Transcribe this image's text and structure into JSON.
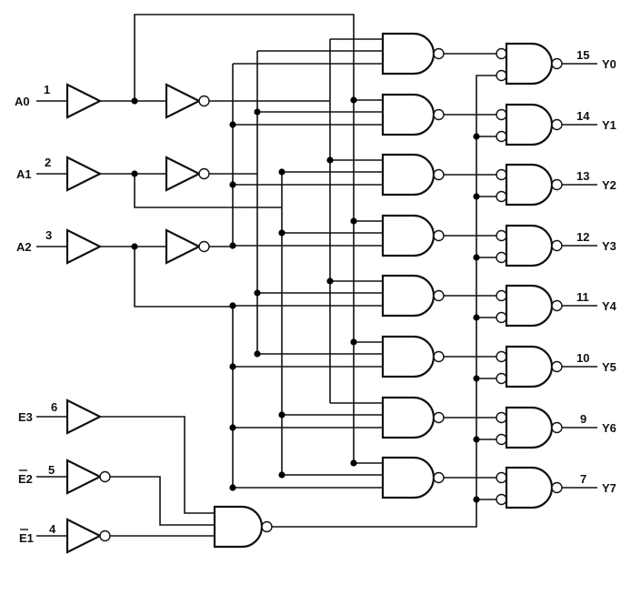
{
  "title": "3-to-8 line decoder/demultiplexer logic diagram",
  "inputs": [
    {
      "name": "A0",
      "pin": "1",
      "type": "buffer",
      "overbar": false
    },
    {
      "name": "A1",
      "pin": "2",
      "type": "buffer",
      "overbar": false
    },
    {
      "name": "A2",
      "pin": "3",
      "type": "buffer",
      "overbar": false
    }
  ],
  "enables": [
    {
      "name": "E3",
      "pin": "6",
      "type": "buffer",
      "overbar": false
    },
    {
      "name": "E2",
      "pin": "5",
      "type": "inverter",
      "overbar": true
    },
    {
      "name": "E1",
      "pin": "4",
      "type": "inverter",
      "overbar": true
    }
  ],
  "outputs": [
    {
      "name": "Y0",
      "pin": "15"
    },
    {
      "name": "Y1",
      "pin": "14"
    },
    {
      "name": "Y2",
      "pin": "13"
    },
    {
      "name": "Y3",
      "pin": "12"
    },
    {
      "name": "Y4",
      "pin": "11"
    },
    {
      "name": "Y5",
      "pin": "10"
    },
    {
      "name": "Y6",
      "pin": "9"
    },
    {
      "name": "Y7",
      "pin": "7"
    }
  ],
  "decode_gates": [
    {
      "output": "Y0",
      "inputs": [
        "A0'",
        "A1'",
        "A2'"
      ]
    },
    {
      "output": "Y1",
      "inputs": [
        "A0",
        "A1'",
        "A2'"
      ]
    },
    {
      "output": "Y2",
      "inputs": [
        "A0'",
        "A1",
        "A2'"
      ]
    },
    {
      "output": "Y3",
      "inputs": [
        "A0",
        "A1",
        "A2'"
      ]
    },
    {
      "output": "Y4",
      "inputs": [
        "A0'",
        "A1'",
        "A2"
      ]
    },
    {
      "output": "Y5",
      "inputs": [
        "A0",
        "A1'",
        "A2"
      ]
    },
    {
      "output": "Y6",
      "inputs": [
        "A0'",
        "A1",
        "A2"
      ]
    },
    {
      "output": "Y7",
      "inputs": [
        "A0",
        "A1",
        "A2"
      ]
    }
  ],
  "colors": {
    "line": "#111111",
    "background": "#ffffff"
  }
}
